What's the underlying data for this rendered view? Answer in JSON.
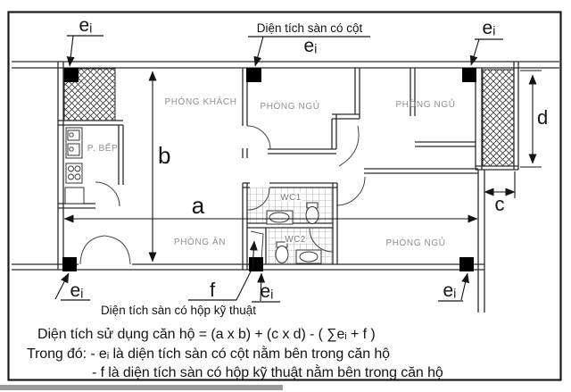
{
  "plan": {
    "rooms": {
      "living": "PHÒNG KHÁCH",
      "bedroom_top_middle": "PHÒNG NGỦ",
      "bedroom_top_right": "PHÒNG NGỦ",
      "bedroom_bottom_right": "PHÒNG NGỦ",
      "kitchen": "P. BẾP",
      "dining": "PHÒNG ĂN",
      "wc1": "WC1",
      "wc2": "WC2"
    },
    "dimensions": {
      "a": "a",
      "b": "b",
      "c": "c",
      "d": "d",
      "f": "f",
      "e_sub": "eᵢ"
    },
    "callouts": {
      "column_area": "Diện tích sàn có cột",
      "technical_box_area": "Diện tích sàn có hộp kỹ thuật"
    }
  },
  "legend": {
    "formula": "Diện tích sử dụng căn hộ = (a x b) + (c x d) - ( ∑eᵢ + f )",
    "note_e": "Trong đó: - eᵢ là diện tích sàn có cột nằm bên trong căn hộ",
    "note_f": "- f là diện tích sàn có hộp kỹ thuật nằm bên trong căn hộ"
  },
  "colors": {
    "wall": "#2b2b2b",
    "column_marker": "#000000",
    "room_label": "#8f8f8f",
    "text": "#141414",
    "background": "#ffffff"
  }
}
